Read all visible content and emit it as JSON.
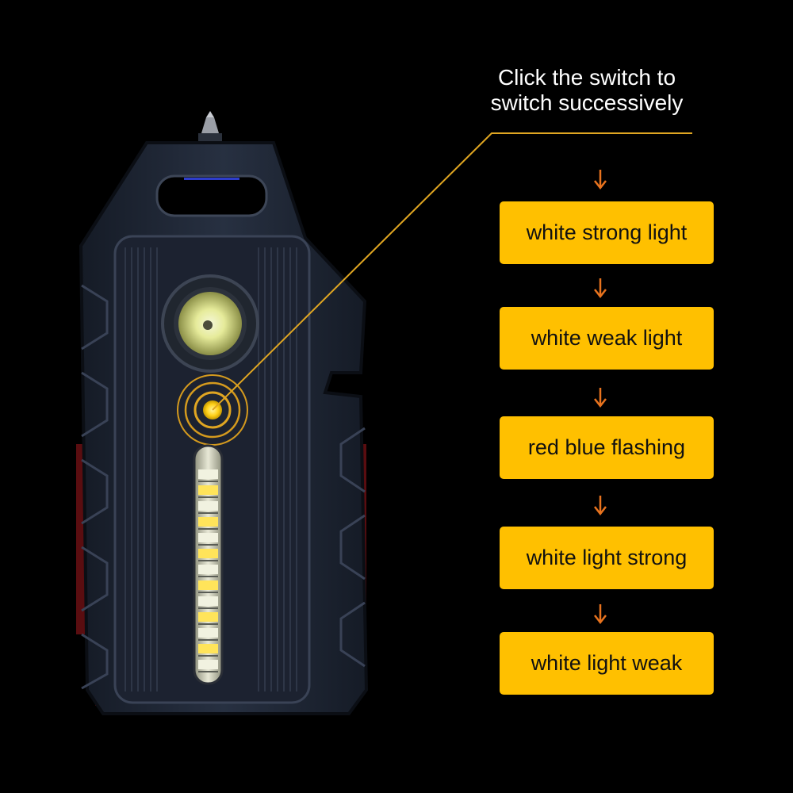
{
  "instruction": {
    "line1": "Click the switch to",
    "line2": "switch successively"
  },
  "modes": [
    {
      "label": "white strong light"
    },
    {
      "label": "white weak light"
    },
    {
      "label": "red blue flashing"
    },
    {
      "label": "white light strong"
    },
    {
      "label": "white light weak"
    }
  ],
  "colors": {
    "background": "#000000",
    "label_fill": "#ffc000",
    "arrow": "#e8731e",
    "leader_line": "#e0a622",
    "device_body": "#1f2735",
    "switch_glow": "#ffd21a"
  },
  "icons": {
    "arrow": "arrow-down-icon",
    "switch": "switch-button-icon",
    "lens": "led-lens-icon"
  }
}
